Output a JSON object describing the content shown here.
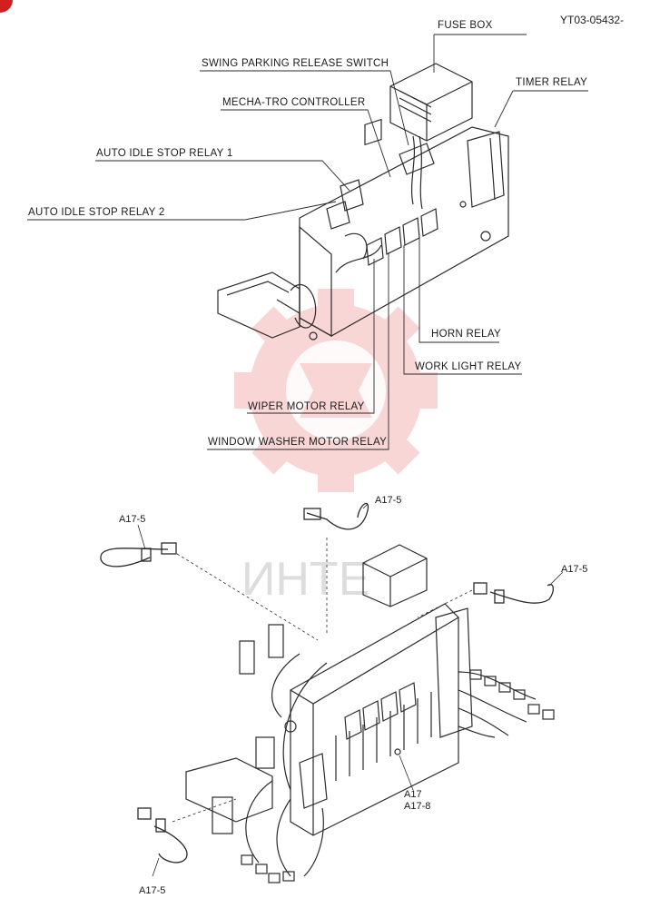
{
  "document": {
    "id": "YT03-05432-"
  },
  "labels": {
    "fuse_box": "FUSE BOX",
    "swing_parking_release_switch": "SWING PARKING RELEASE SWITCH",
    "timer_relay": "TIMER RELAY",
    "mecha_tro_controller": "MECHA-TRO CONTROLLER",
    "auto_idle_stop_relay_1": "AUTO IDLE STOP RELAY 1",
    "auto_idle_stop_relay_2": "AUTO IDLE STOP RELAY 2",
    "horn_relay": "HORN RELAY",
    "work_light_relay": "WORK LIGHT RELAY",
    "wiper_motor_relay": "WIPER MOTOR RELAY",
    "window_washer_motor_relay": "WINDOW WASHER MOTOR RELAY"
  },
  "harness_refs": {
    "a17_5_top_left": "A17-5",
    "a17_5_top_center": "A17-5",
    "a17_5_right": "A17-5",
    "a17_5_bottom_left": "A17-5",
    "a17": "A17",
    "a17_8": "A17-8"
  },
  "watermark": {
    "text": "ИНТЕ",
    "color": "#e84a4a"
  },
  "colors": {
    "line": "#2a2a2a",
    "accent": "#d21f1f"
  }
}
